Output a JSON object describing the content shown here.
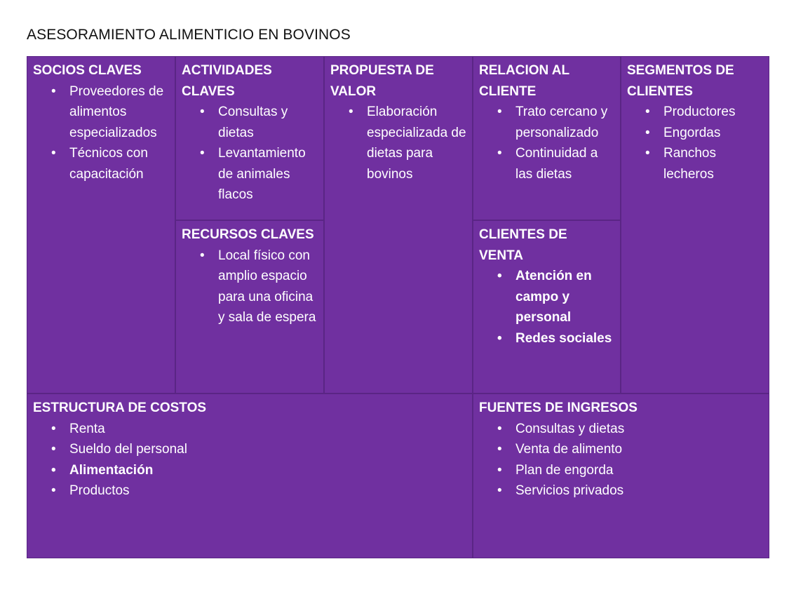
{
  "title": "ASESORAMIENTO ALIMENTICIO EN BOVINOS",
  "colors": {
    "canvas_bg": "#7030a0",
    "border": "#5a2585",
    "text": "#ffffff"
  },
  "socios": {
    "title": "SOCIOS CLAVES",
    "items": [
      "Proveedores de alimentos especializados",
      "Técnicos con capacitación"
    ]
  },
  "actividades": {
    "title": "ACTIVIDADES CLAVES",
    "items": [
      "Consultas y dietas",
      "Levantamiento de animales flacos"
    ]
  },
  "recursos": {
    "title": "RECURSOS CLAVES",
    "items": [
      "Local físico con amplio espacio para una oficina y sala de espera"
    ]
  },
  "propuesta": {
    "title": "PROPUESTA DE VALOR",
    "items": [
      "Elaboración especializada de dietas para bovinos"
    ]
  },
  "relacion": {
    "title": "RELACION AL CLIENTE",
    "items": [
      "Trato cercano y personalizado",
      "Continuidad a las dietas"
    ]
  },
  "canales": {
    "title": "CLIENTES DE VENTA",
    "items": [
      "Atención en campo y personal",
      "Redes sociales"
    ]
  },
  "segmentos": {
    "title": "SEGMENTOS DE CLIENTES",
    "items": [
      "Productores",
      "Engordas",
      "Ranchos lecheros"
    ]
  },
  "costos": {
    "title": "ESTRUCTURA DE COSTOS",
    "items": [
      "Renta",
      "Sueldo del personal",
      "Alimentación",
      "Productos"
    ]
  },
  "ingresos": {
    "title": "FUENTES DE INGRESOS",
    "items": [
      "Consultas y dietas",
      "Venta de alimento",
      "Plan de engorda",
      "Servicios privados"
    ]
  }
}
